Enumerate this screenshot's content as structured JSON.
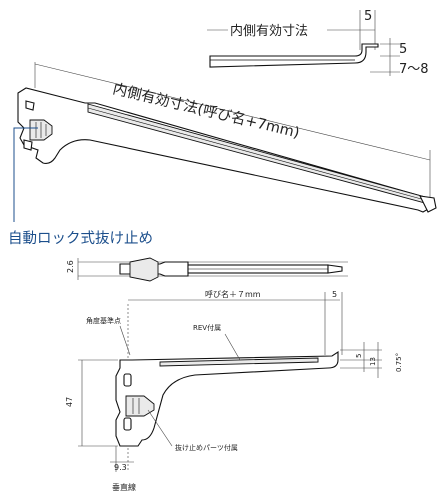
{
  "top_detail": {
    "label": "内側有効寸法",
    "dim_a": "5",
    "dim_b": "5",
    "dim_c": "7～8"
  },
  "main_bracket": {
    "effective_dim_label": "内側有効寸法(呼び名+7mm)",
    "lock_label": "自動ロック式抜け止め"
  },
  "top_view": {
    "height_dim": "2.6"
  },
  "side_view": {
    "nominal_dim": "呼び名＋７mm",
    "tip_dim": "5",
    "angle_ref_label": "角度基準点",
    "rev_label": "REV付属",
    "height_47": "47",
    "offset_9_3": "9.3",
    "vertical_line_label": "垂直線",
    "stopper_label": "抜け止めパーツ付属",
    "lip_5": "5",
    "lip_13": "13",
    "angle": "0.75°"
  }
}
